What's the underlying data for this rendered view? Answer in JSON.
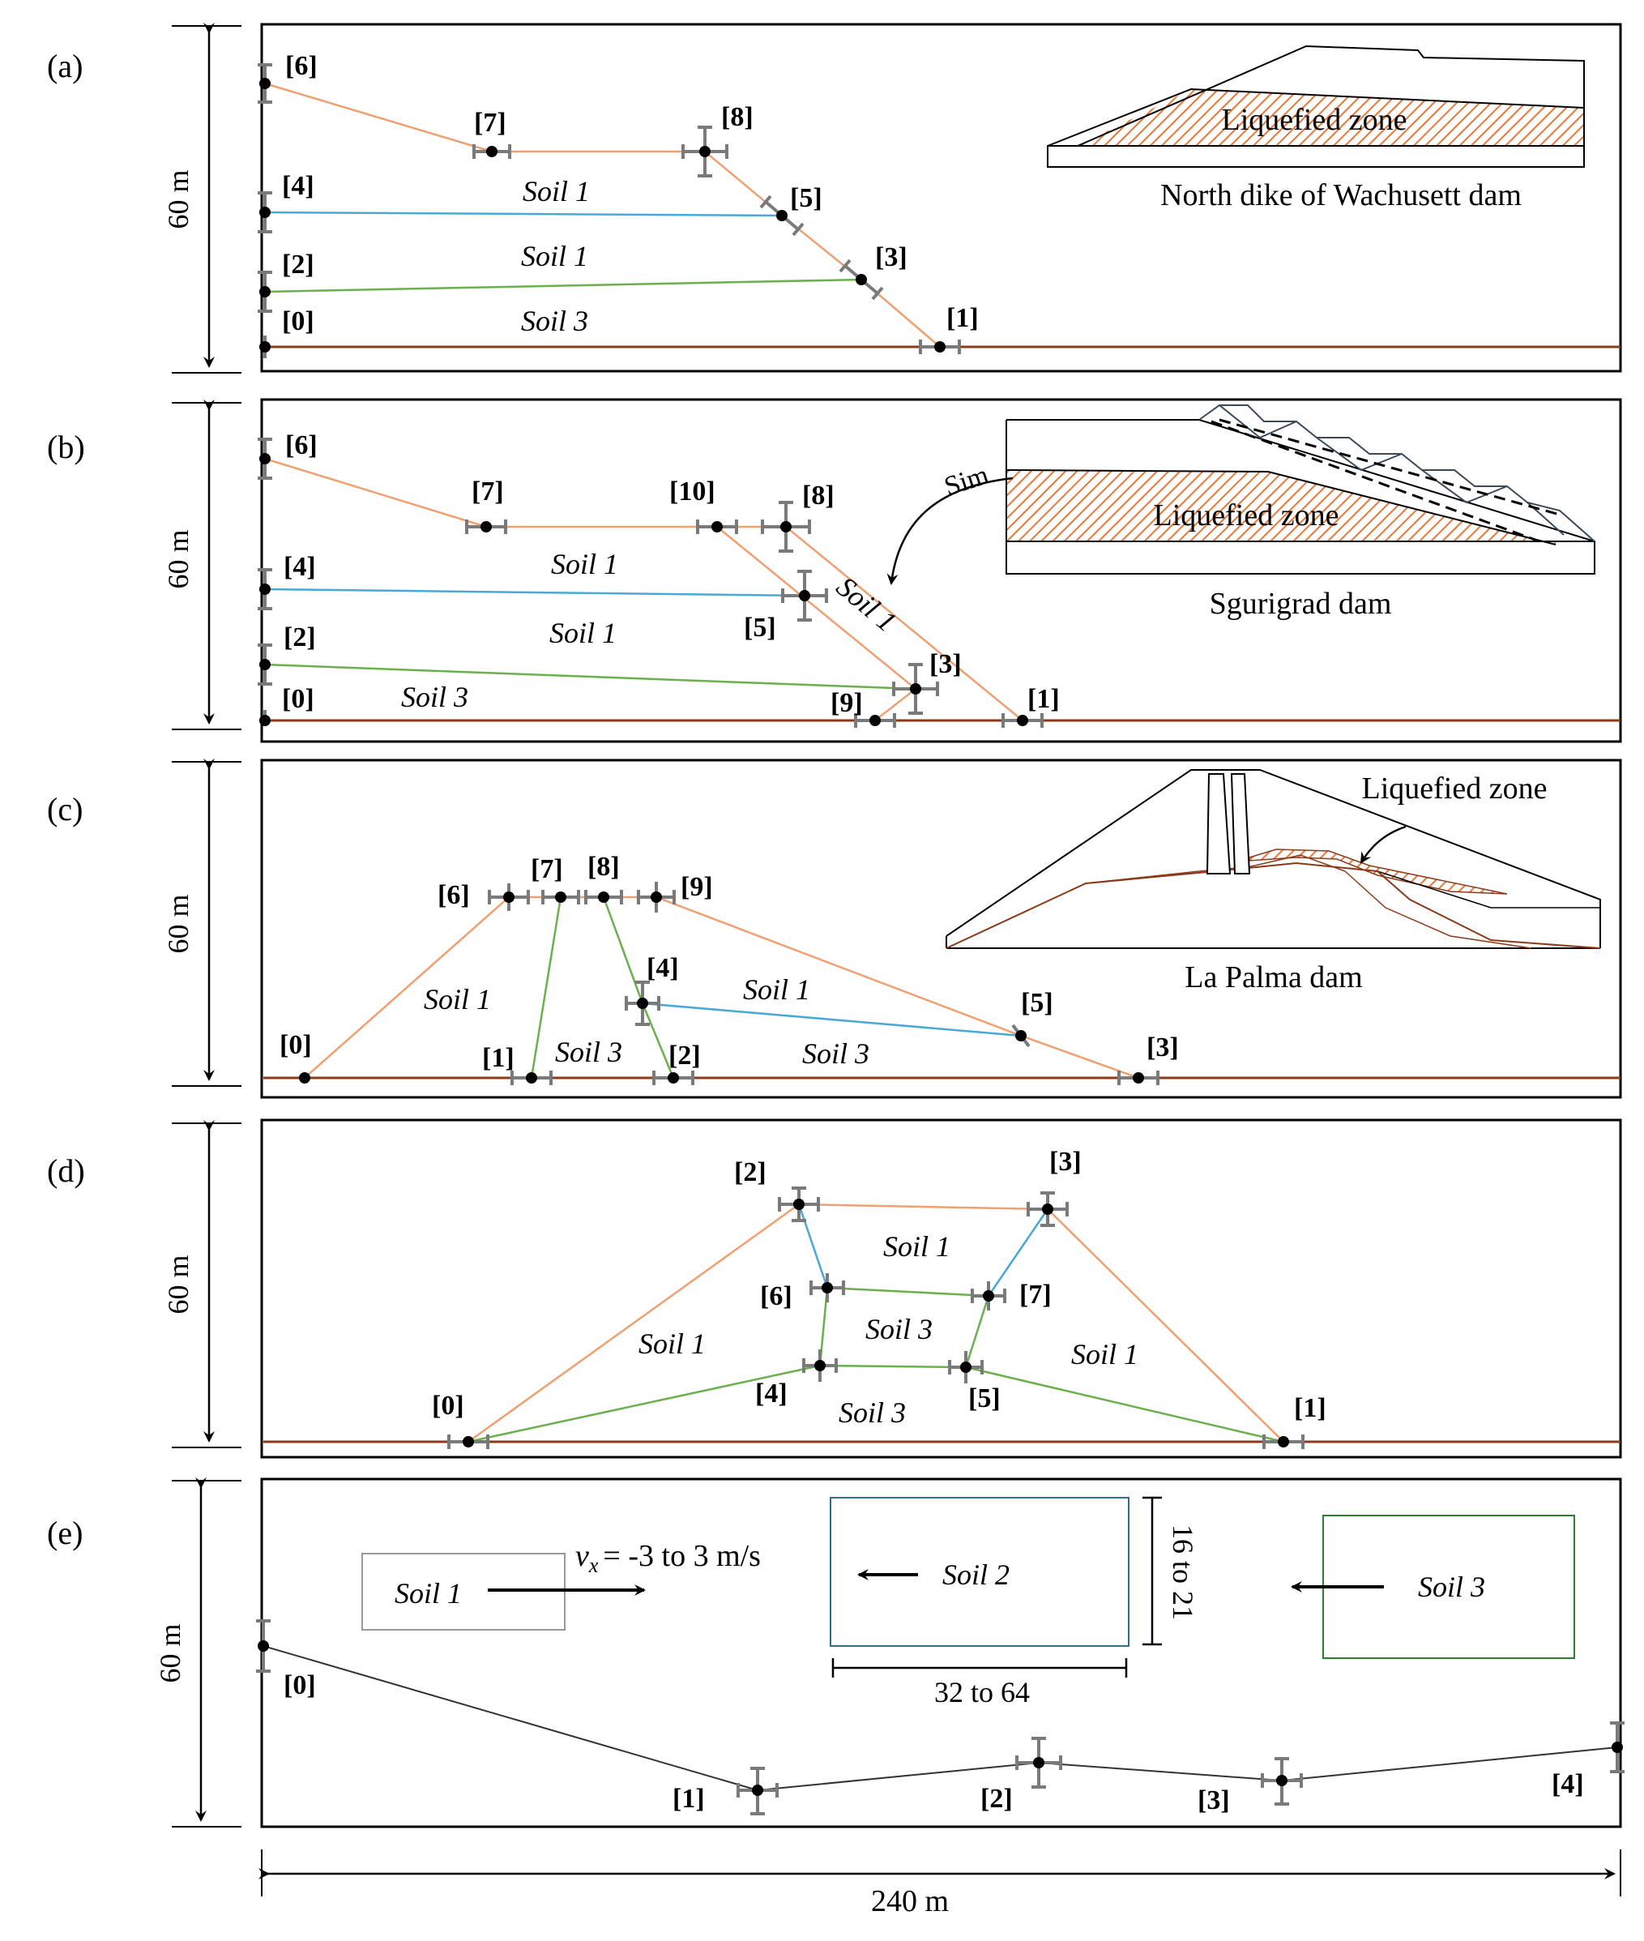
{
  "figure": {
    "overall_width_label": "240 m"
  },
  "panels": [
    {
      "id": "a",
      "tag": "(a)",
      "height_label": "60 m",
      "points": [
        {
          "label": "[0]"
        },
        {
          "label": "[1]"
        },
        {
          "label": "[2]"
        },
        {
          "label": "[3]"
        },
        {
          "label": "[4]"
        },
        {
          "label": "[5]"
        },
        {
          "label": "[6]"
        },
        {
          "label": "[7]"
        },
        {
          "label": "[8]"
        }
      ],
      "soil_labels": [
        "Soil 1",
        "Soil 1",
        "Soil 3"
      ],
      "inset": {
        "caption": "North dike of Wachusett dam",
        "zone_label": "Liquefied zone"
      }
    },
    {
      "id": "b",
      "tag": "(b)",
      "height_label": "60 m",
      "points": [
        {
          "label": "[0]"
        },
        {
          "label": "[1]"
        },
        {
          "label": "[2]"
        },
        {
          "label": "[3]"
        },
        {
          "label": "[4]"
        },
        {
          "label": "[5]"
        },
        {
          "label": "[6]"
        },
        {
          "label": "[7]"
        },
        {
          "label": "[8]"
        },
        {
          "label": "[9]"
        },
        {
          "label": "[10]"
        }
      ],
      "soil_labels": [
        "Soil 1",
        "Soil 1",
        "Soil 3",
        "Soil 1"
      ],
      "inset": {
        "caption": "Sgurigrad dam",
        "zone_label": "Liquefied zone",
        "arrow_text": "Sim"
      }
    },
    {
      "id": "c",
      "tag": "(c)",
      "height_label": "60 m",
      "points": [
        {
          "label": "[0]"
        },
        {
          "label": "[1]"
        },
        {
          "label": "[2]"
        },
        {
          "label": "[3]"
        },
        {
          "label": "[4]"
        },
        {
          "label": "[5]"
        },
        {
          "label": "[6]"
        },
        {
          "label": "[7]"
        },
        {
          "label": "[8]"
        },
        {
          "label": "[9]"
        }
      ],
      "soil_labels": [
        "Soil 1",
        "Soil 1",
        "Soil 3",
        "Soil 3"
      ],
      "inset": {
        "caption": "La Palma dam",
        "zone_label": "Liquefied zone"
      }
    },
    {
      "id": "d",
      "tag": "(d)",
      "height_label": "60 m",
      "points": [
        {
          "label": "[0]"
        },
        {
          "label": "[1]"
        },
        {
          "label": "[2]"
        },
        {
          "label": "[3]"
        },
        {
          "label": "[4]"
        },
        {
          "label": "[5]"
        },
        {
          "label": "[6]"
        },
        {
          "label": "[7]"
        }
      ],
      "soil_labels": [
        "Soil 1",
        "Soil 1",
        "Soil 1",
        "Soil 3",
        "Soil 3"
      ]
    },
    {
      "id": "e",
      "tag": "(e)",
      "height_label": "60 m",
      "points": [
        {
          "label": "[0]"
        },
        {
          "label": "[1]"
        },
        {
          "label": "[2]"
        },
        {
          "label": "[3]"
        },
        {
          "label": "[4]"
        }
      ],
      "blocks": [
        {
          "label": "Soil 1",
          "color": "#999999"
        },
        {
          "label": "Soil 2",
          "color": "#2e6f8e"
        },
        {
          "label": "Soil 3",
          "color": "#2e7d32"
        }
      ],
      "velocity_label": "= -3 to 3 m/s",
      "velocity_symbol": "v",
      "velocity_subscript": "x",
      "block_width_label": "32 to 64",
      "block_height_label": "16 to 21"
    }
  ],
  "colors": {
    "salmon": "#f0a070",
    "blue": "#4aa8d8",
    "green": "#6ab04c",
    "base": "#8b3a1a",
    "hatch": "#e8773a",
    "marker": "#7a7a7a"
  }
}
